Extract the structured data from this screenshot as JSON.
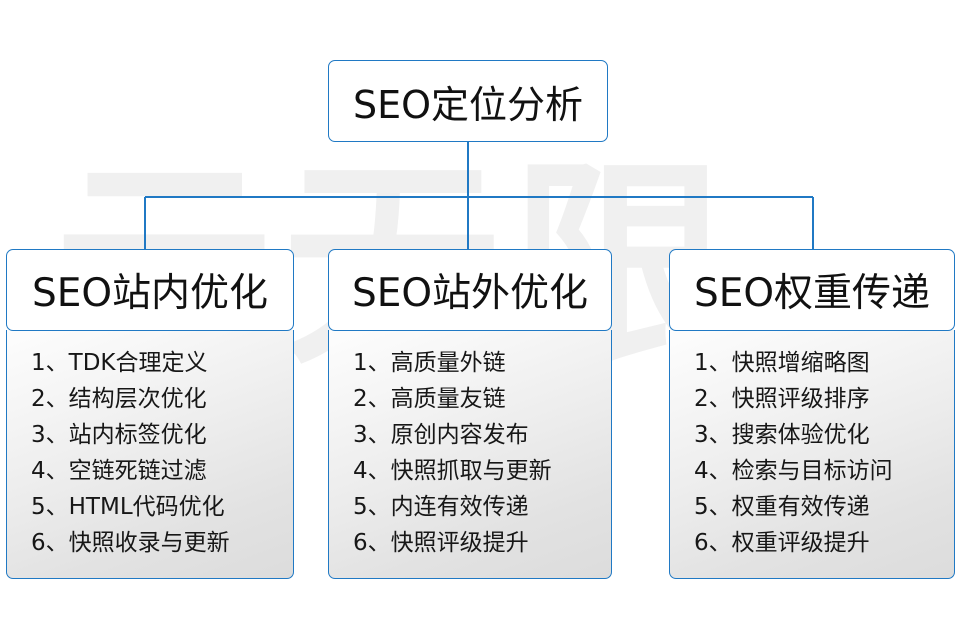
{
  "diagram": {
    "watermark_text": "云无限",
    "accent_color": "#2079c4",
    "text_color": "#171717",
    "root": {
      "label": "SEO定位分析"
    },
    "columns": [
      {
        "header": "SEO站内优化",
        "items": [
          {
            "index": "1、",
            "text": "TDK合理定义"
          },
          {
            "index": "2、",
            "text": "结构层次优化"
          },
          {
            "index": "3、",
            "text": "站内标签优化"
          },
          {
            "index": "4、",
            "text": "空链死链过滤"
          },
          {
            "index": "5、",
            "text": "HTML代码优化"
          },
          {
            "index": "6、",
            "text": "快照收录与更新"
          }
        ]
      },
      {
        "header": "SEO站外优化",
        "items": [
          {
            "index": "1、",
            "text": "高质量外链"
          },
          {
            "index": "2、",
            "text": "高质量友链"
          },
          {
            "index": "3、",
            "text": "原创内容发布"
          },
          {
            "index": "4、",
            "text": "快照抓取与更新"
          },
          {
            "index": "5、",
            "text": "内连有效传递"
          },
          {
            "index": "6、",
            "text": "快照评级提升"
          }
        ]
      },
      {
        "header": "SEO权重传递",
        "items": [
          {
            "index": "1、",
            "text": "快照增缩略图"
          },
          {
            "index": "2、",
            "text": "快照评级排序"
          },
          {
            "index": "3、",
            "text": "搜索体验优化"
          },
          {
            "index": "4、",
            "text": "检索与目标访问"
          },
          {
            "index": "5、",
            "text": "权重有效传递"
          },
          {
            "index": "6、",
            "text": "权重评级提升"
          }
        ]
      }
    ]
  }
}
